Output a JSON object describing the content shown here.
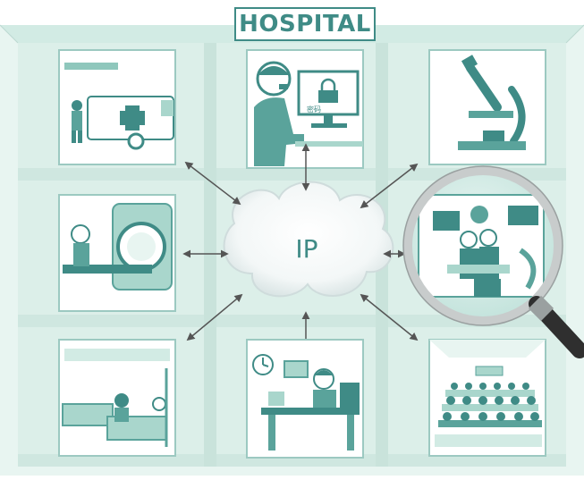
{
  "title": "HOSPITAL",
  "network_label": "IP",
  "monitor_text": "密码",
  "colors": {
    "teal": "#3f8b86",
    "teal_light": "#a9d6cc",
    "wall": "#d9efe9",
    "frame": "#6ea8a3"
  },
  "rooms": [
    {
      "name": "ambulance-bay",
      "icon": "ambulance-icon"
    },
    {
      "name": "secure-workstation",
      "icon": "lock-icon"
    },
    {
      "name": "laboratory",
      "icon": "microscope-icon"
    },
    {
      "name": "mri-room",
      "icon": "mri-scanner-icon"
    },
    {
      "name": "operating-theatre",
      "icon": "magnifier-icon"
    },
    {
      "name": "patient-ward",
      "icon": "hospital-bed-icon"
    },
    {
      "name": "office",
      "icon": "clock-icon"
    },
    {
      "name": "lecture-hall",
      "icon": "audience-icon"
    }
  ]
}
